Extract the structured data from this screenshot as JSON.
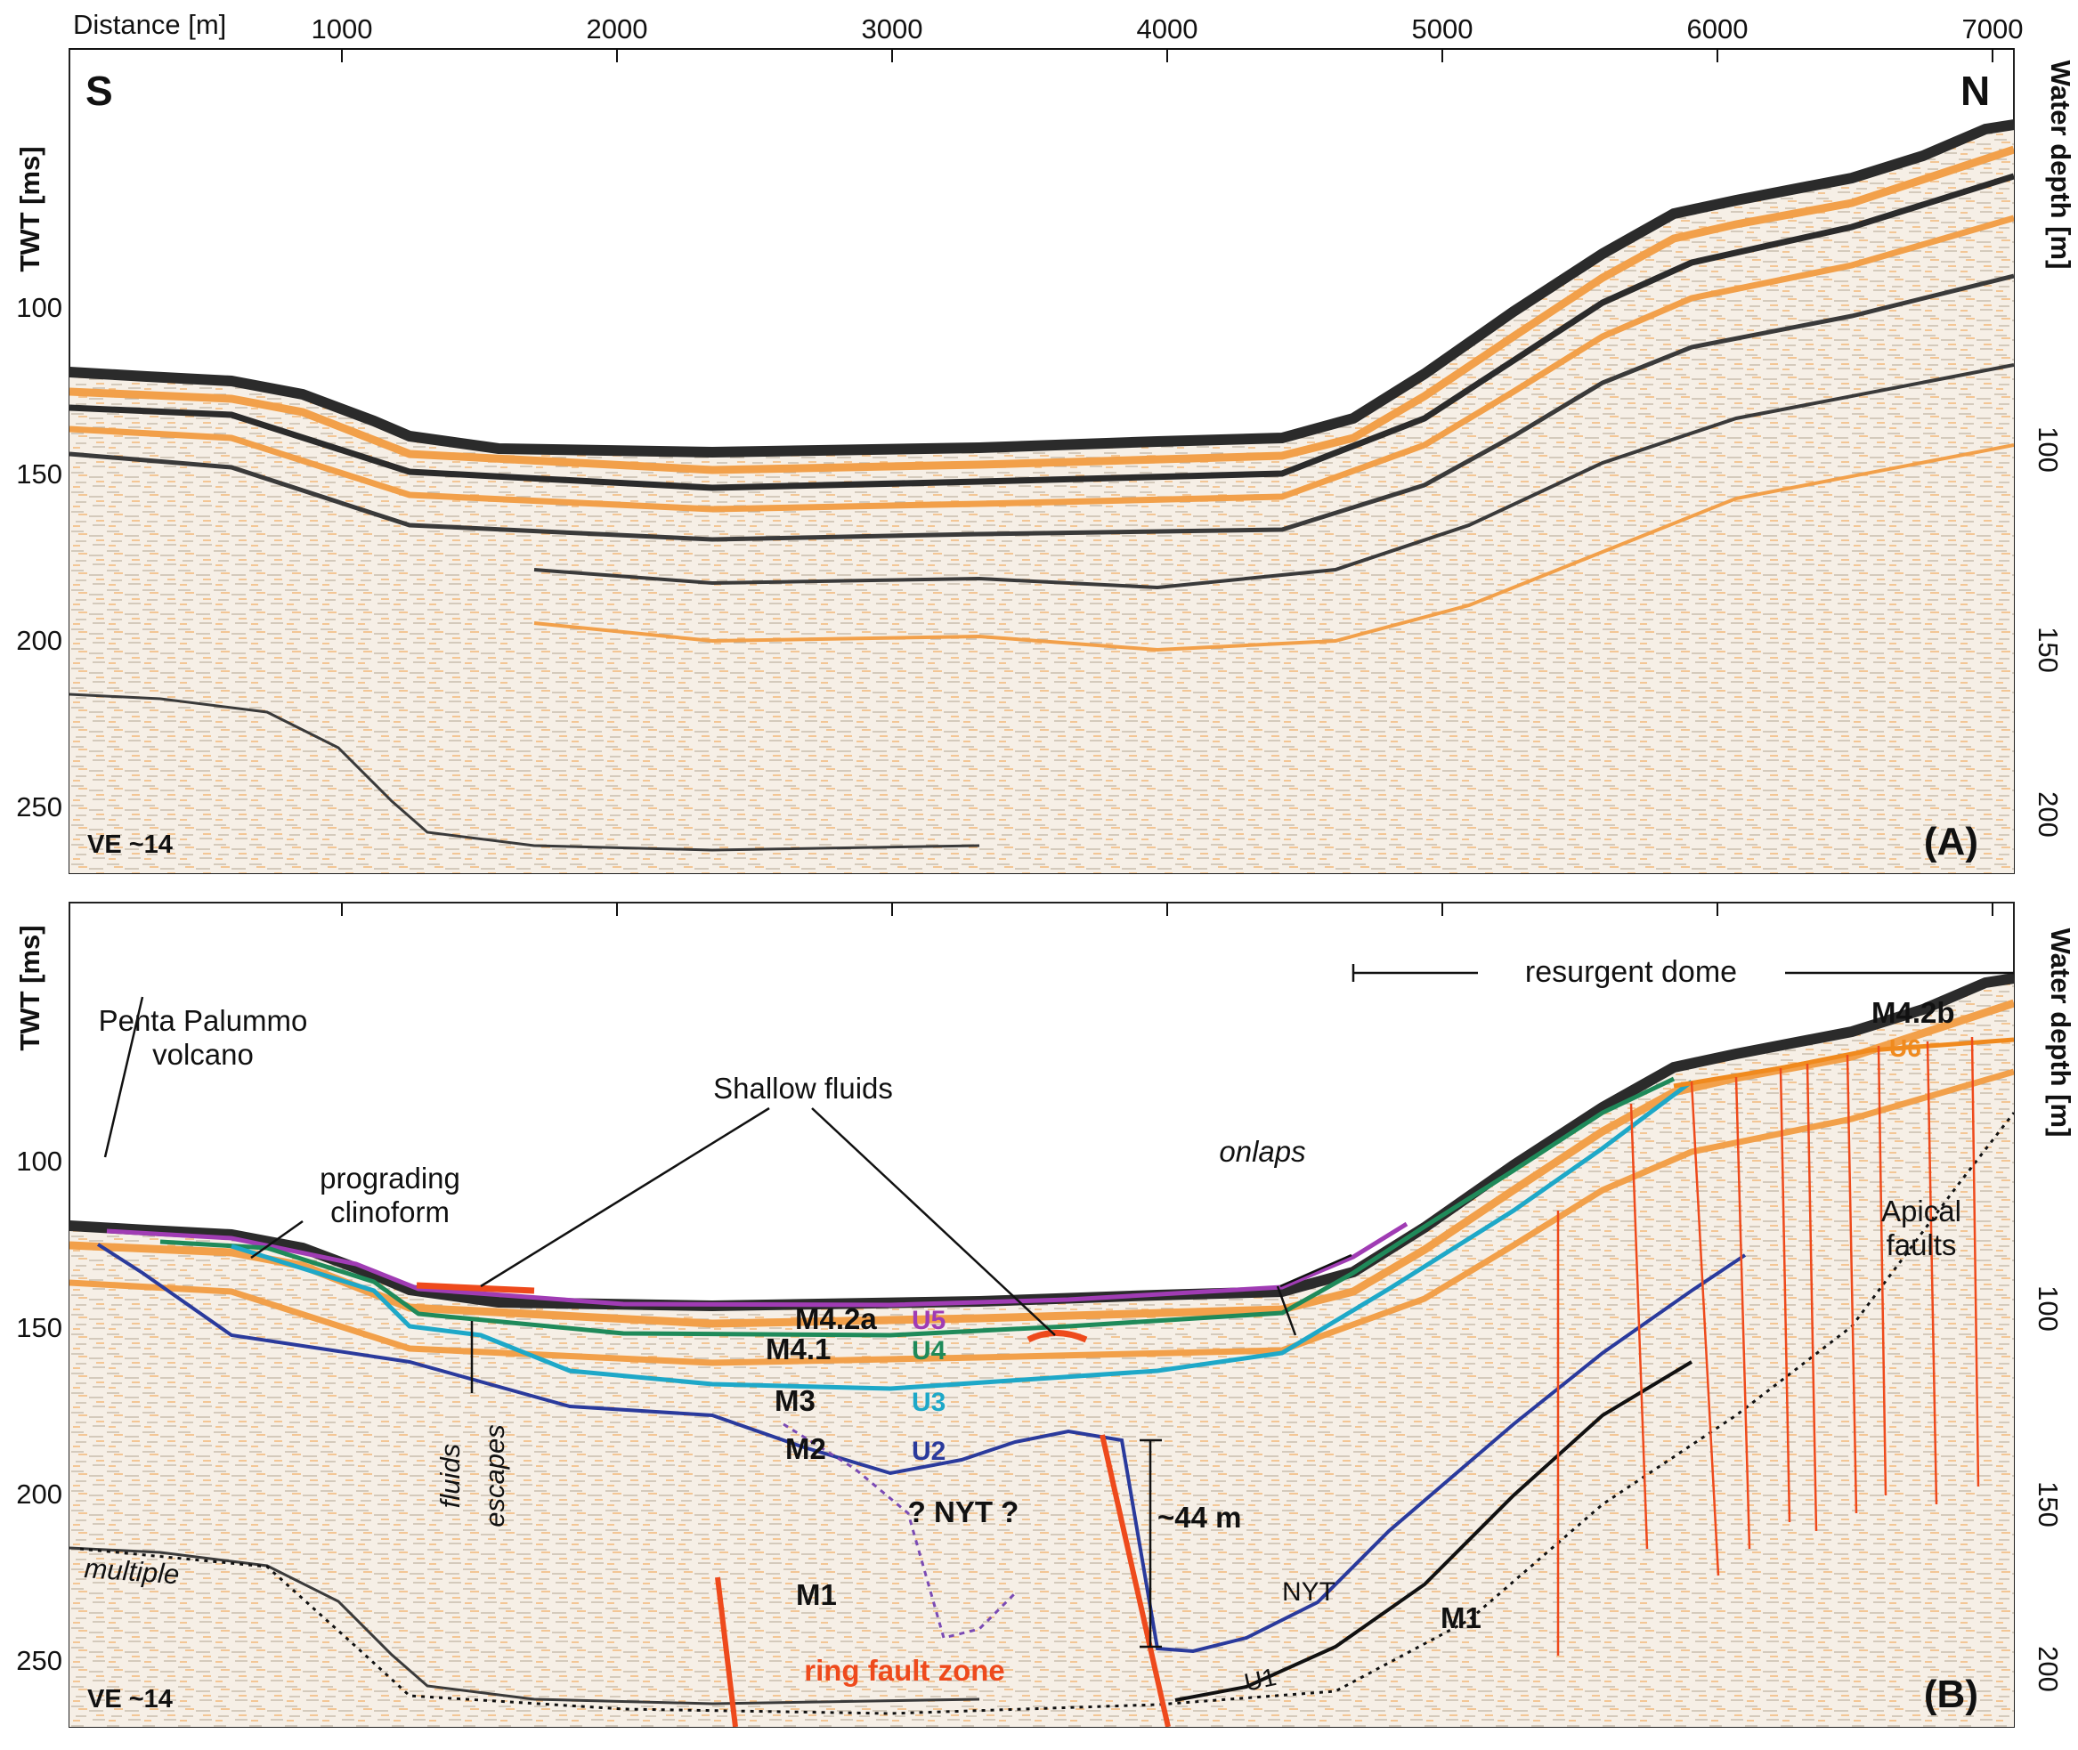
{
  "top_axis": {
    "title": "Distance [m]",
    "ticks": [
      "1000",
      "2000",
      "3000",
      "4000",
      "5000",
      "6000",
      "7000"
    ]
  },
  "panel_a": {
    "left_axis_title": "TWT [ms]",
    "right_axis_title": "Water depth [m]",
    "left_ticks": [
      "100",
      "150",
      "200",
      "250"
    ],
    "right_ticks": [
      "100",
      "150",
      "200"
    ],
    "south": "S",
    "north": "N",
    "panel_label": "(A)",
    "ve": "VE ~14"
  },
  "panel_b": {
    "left_axis_title": "TWT [ms]",
    "right_axis_title": "Water depth [m]",
    "left_ticks": [
      "100",
      "150",
      "200",
      "250"
    ],
    "right_ticks": [
      "100",
      "150",
      "200"
    ],
    "panel_label": "(B)",
    "ve": "VE ~14",
    "annotations": {
      "resurgent_dome": "resurgent dome",
      "penta_palummo_1": "Penta Palummo",
      "penta_palummo_2": "volcano",
      "prograding_1": "prograding",
      "prograding_2": "clinoform",
      "shallow_fluids": "Shallow fluids",
      "onlaps": "onlaps",
      "apical_1": "Apical",
      "apical_2": "faults",
      "fluids": "fluids",
      "escapes": "escapes",
      "multiple": "multiple",
      "ring_fault_zone": "ring fault zone",
      "thickness": "~44 m",
      "nyt_question": "? NYT ?"
    },
    "units": {
      "m42a": "M4.2a",
      "m41": "M4.1",
      "m3": "M3",
      "m2": "M2",
      "m1_left": "M1",
      "m1_right": "M1",
      "m42b": "M4.2b",
      "nyt": "NYT"
    },
    "horizons": {
      "u1": "U1",
      "u2": "U2",
      "u3": "U3",
      "u4": "U4",
      "u5": "U5",
      "u6": "U6"
    }
  },
  "colors": {
    "u2": "#2a3a9c",
    "u3": "#1ea8c8",
    "u4": "#1f8a5a",
    "u5": "#a03cb4",
    "u6": "#f08a1e",
    "fault": "#ee4a1c",
    "seafloor_dark": "#2b2b2b",
    "reflector_orange": "#f2a04a"
  }
}
